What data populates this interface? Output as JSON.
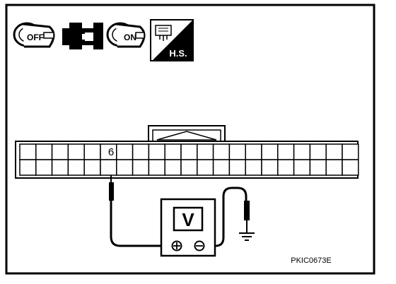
{
  "icons": {
    "ignition_off": "OFF",
    "ignition_on": "ON",
    "hs_label": "H.S."
  },
  "connector": {
    "terminal_label": "6"
  },
  "meter": {
    "symbol": "V",
    "plus": "⊕",
    "minus": "⊖"
  },
  "figure_code": "PKIC0673E"
}
